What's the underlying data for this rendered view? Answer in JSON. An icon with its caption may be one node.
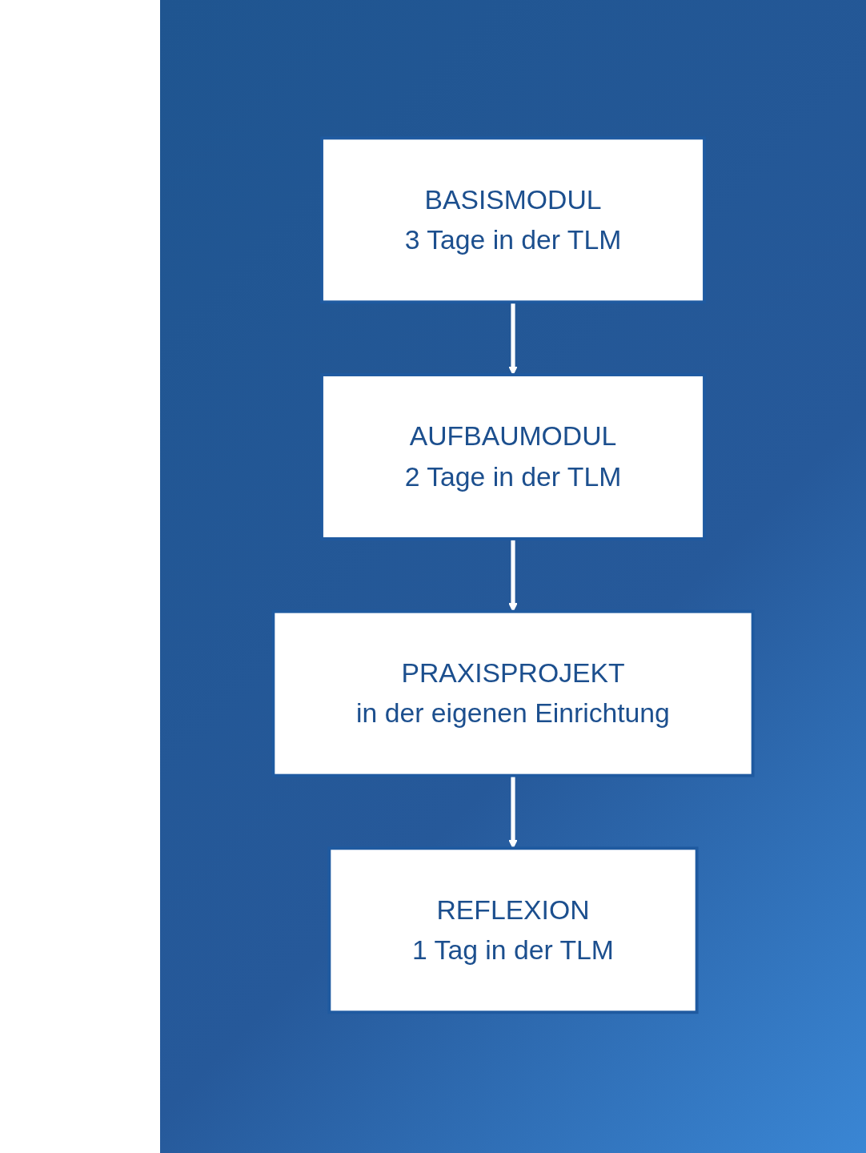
{
  "diagram": {
    "nodes": [
      {
        "text": [
          "BASISMODUL",
          "3 Tage in der TLM"
        ]
      },
      {
        "text": [
          "AUFBAUMODUL",
          "2 Tage in der TLM"
        ]
      },
      {
        "text": [
          "PRAXISPROJEKT",
          "in der eigenen Einrichtung"
        ]
      },
      {
        "text": [
          "REFLEXION",
          "1 Tag in der TLM"
        ]
      }
    ],
    "edges": [
      {
        "from": 0,
        "to": 1,
        "arrow": "to"
      },
      {
        "from": 1,
        "to": 2,
        "arrow": "to"
      },
      {
        "from": 2,
        "to": 3,
        "arrow": "to"
      }
    ]
  }
}
